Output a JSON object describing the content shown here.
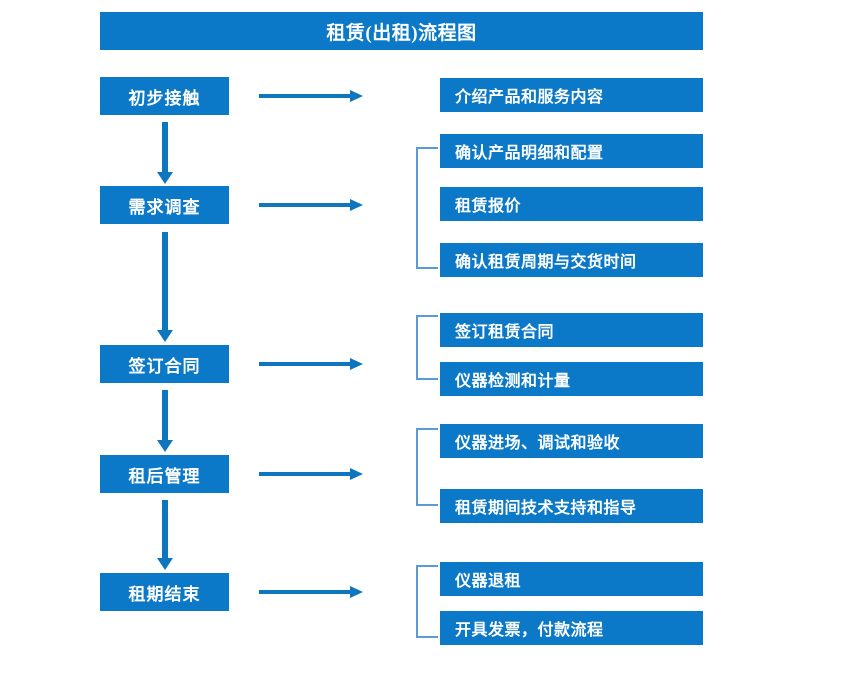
{
  "diagram": {
    "title": "租赁(出租)流程图",
    "colors": {
      "primary_blue": "#0B78C8",
      "arrow_blue": "#0E76BF",
      "bracket_blue": "#5B9BD5",
      "box_text": "#FFFFFF",
      "background": "#FFFFFF"
    },
    "stages": [
      {
        "label": "初步接触"
      },
      {
        "label": "需求调查"
      },
      {
        "label": "签订合同"
      },
      {
        "label": "租后管理"
      },
      {
        "label": "租期结束"
      }
    ],
    "details": [
      {
        "label": "介绍产品和服务内容"
      },
      {
        "label": "确认产品明细和配置"
      },
      {
        "label": "租赁报价"
      },
      {
        "label": "确认租赁周期与交货时间"
      },
      {
        "label": "签订租赁合同"
      },
      {
        "label": "仪器检测和计量"
      },
      {
        "label": "仪器进场、调试和验收"
      },
      {
        "label": "租赁期间技术支持和指导"
      },
      {
        "label": "仪器退租"
      },
      {
        "label": "开具发票，付款流程"
      }
    ]
  }
}
